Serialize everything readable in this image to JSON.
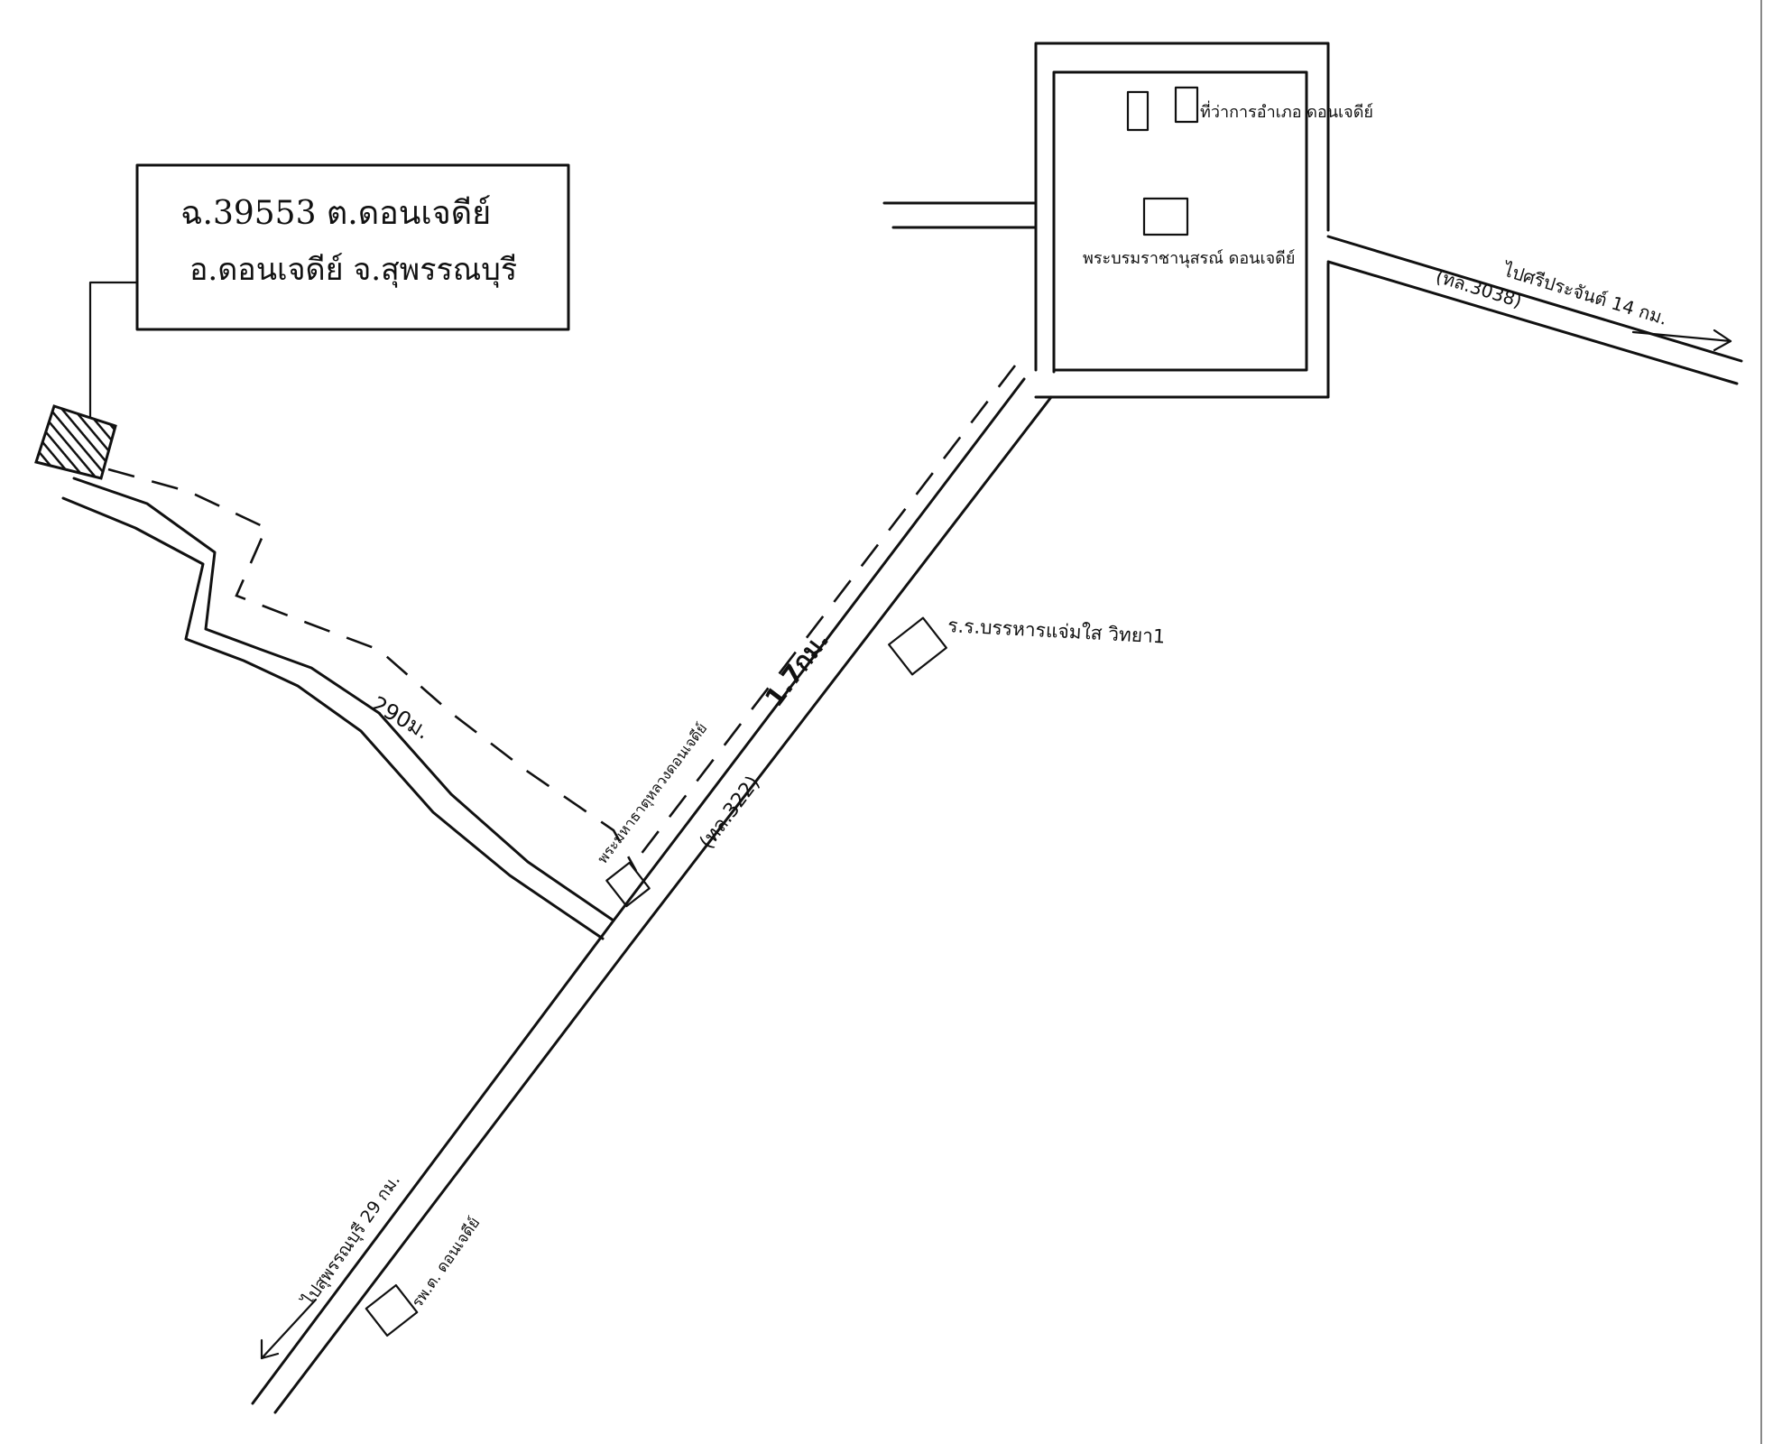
{
  "legend_box": {
    "line1": "ฉ.39553 ต.ดอนเจดีย์",
    "line2": "อ.ดอนเจดีย์  จ.สุพรรณบุรี"
  },
  "labels": {
    "district_office": "ที่ว่าการอำเภอ ดอนเจดีย์",
    "monument": "พระบรมราชานุสรณ์ ดอนเจดีย์",
    "school": "ร.ร.บรรหารแจ่มใส วิทยา1",
    "temple": "พระมหาธาตุหลวงดอนเจดีย์",
    "hospital": "รพ.ต. ดอนเจดีย์",
    "to_suphanburi": "ไปสุพรรณบุรี 29 กม.",
    "to_sriprachan": "ไปศรีประจันต์ 14 กม.",
    "route_3038": "(ทล.3038)",
    "route_322": "(ทล.322)",
    "dist_1_7km": "1.7กม.",
    "dist_290m": "290ม."
  },
  "colors": {
    "ink": "#111111",
    "paper": "#ffffff"
  }
}
